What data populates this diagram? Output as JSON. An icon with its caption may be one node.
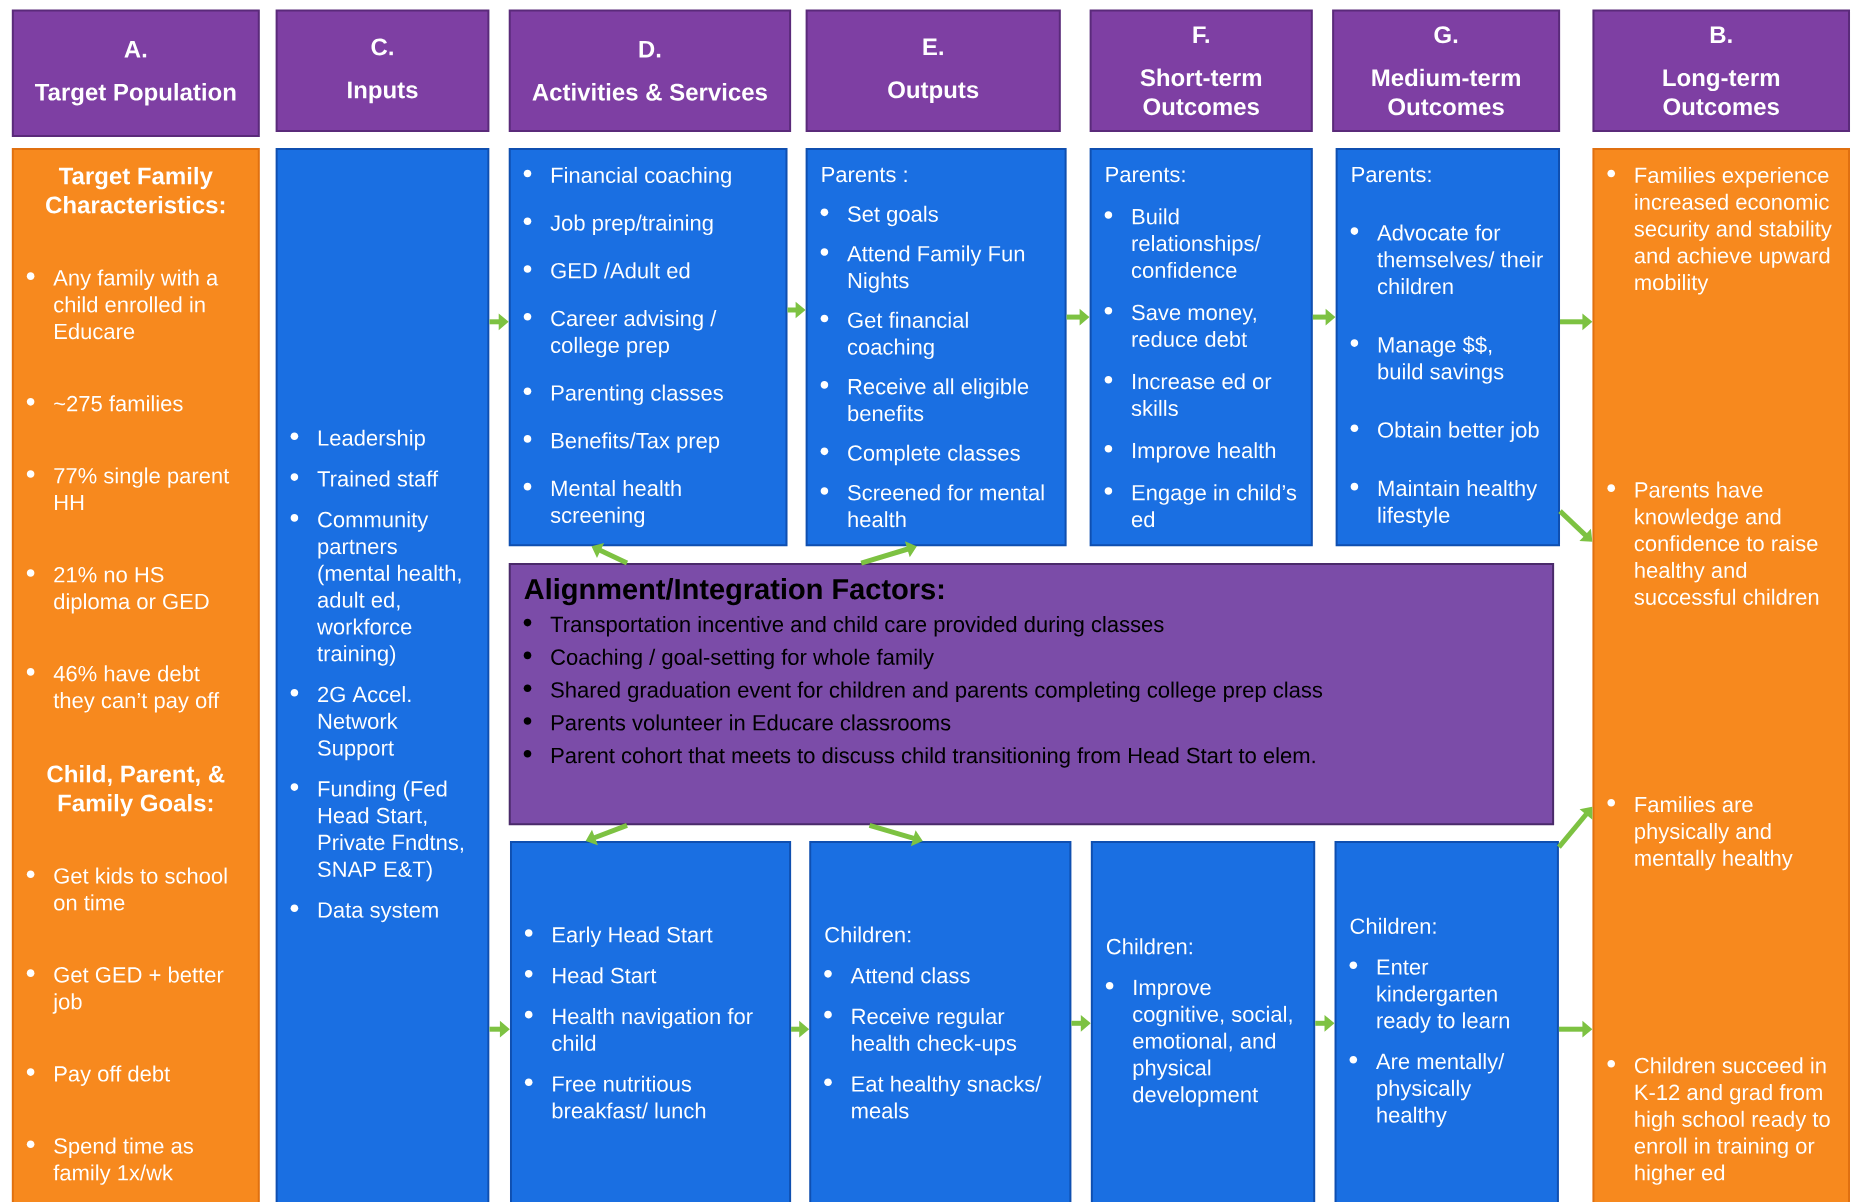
{
  "diagram": {
    "nodes": [
      {
        "text": [
          "A.",
          "Target Population"
        ]
      },
      {
        "text": [
          "C.",
          "Inputs"
        ]
      },
      {
        "text": [
          "D.",
          "Activities & Services"
        ]
      },
      {
        "text": [
          "E.",
          "Outputs"
        ]
      },
      {
        "text": [
          "F.",
          "Short-term Outcomes"
        ]
      },
      {
        "text": [
          "G.",
          "Medium-term Outcomes"
        ]
      },
      {
        "text": [
          "B.",
          "Long-term Outcomes"
        ]
      },
      {
        "text": [
          "Target Family Characteristics:",
          "Any family with a child enrolled in Educare",
          "~275 families",
          "77% single parent HH",
          "21% no HS diploma or GED",
          "46% have debt they can’t pay off",
          "Child, Parent, & Family Goals:",
          "Get kids to school on time",
          "Get GED + better job",
          "Pay off debt",
          "Spend time as family 1x/wk"
        ]
      },
      {
        "text": [
          "Leadership",
          "Trained staff",
          "Community partners (mental health, adult ed, workforce training)",
          "2G Accel. Network Support",
          "Funding (Fed Head Start, Private Fndtns, SNAP E&T)",
          "Data system"
        ]
      },
      {
        "text": [
          "Financial coaching",
          "Job prep/training",
          "GED /Adult ed",
          "Career advising / college prep",
          "Parenting classes",
          "Benefits/Tax prep",
          "Mental health screening"
        ]
      },
      {
        "text": [
          "Parents :",
          "Set goals",
          "Attend Family Fun Nights",
          "Get financial coaching",
          "Receive all eligible benefits",
          "Complete classes",
          "Screened for mental health"
        ]
      },
      {
        "text": [
          "Parents:",
          "Build relationships/ confidence",
          "Save money, reduce debt",
          "Increase ed or skills",
          "Improve health",
          "Engage in child’s ed"
        ]
      },
      {
        "text": [
          "Parents:",
          "Advocate for themselves/ their children",
          "Manage $$, build savings",
          "Obtain better job",
          "Maintain healthy lifestyle"
        ]
      },
      {
        "text": [
          "Families experience increased economic security and stability and achieve upward mobility",
          "Parents have knowledge and confidence to raise healthy and successful children",
          "Families are physically and mentally healthy",
          "Children succeed in K-12 and grad from high school ready to enroll in training or higher ed"
        ]
      },
      {
        "text": [
          "Alignment/Integration Factors:",
          "Transportation incentive and child care provided during classes",
          "Coaching / goal-setting for whole family",
          "Shared graduation event for children and parents completing college prep class",
          "Parents volunteer in Educare classrooms",
          "Parent cohort that meets to discuss child transitioning from Head Start to elem."
        ]
      },
      {
        "text": [
          "Early Head Start",
          "Head Start",
          "Health navigation for child",
          "Free nutritious breakfast/ lunch"
        ]
      },
      {
        "text": [
          "Children:",
          "Attend class",
          "Receive regular health check-ups",
          "Eat healthy snacks/ meals"
        ]
      },
      {
        "text": [
          "Children:",
          "Improve cognitive, social, emotional, and physical development"
        ]
      },
      {
        "text": [
          "Children:",
          "Enter kindergarten ready to learn",
          "Are mentally/ physically healthy"
        ]
      }
    ],
    "edges": [
      {
        "from": 8,
        "to": 9,
        "arrow": "to"
      },
      {
        "from": 8,
        "to": 15,
        "arrow": "to"
      },
      {
        "from": 9,
        "to": 10,
        "arrow": "to"
      },
      {
        "from": 10,
        "to": 11,
        "arrow": "to"
      },
      {
        "from": 11,
        "to": 12,
        "arrow": "to"
      },
      {
        "from": 12,
        "to": 13,
        "arrow": "to"
      },
      {
        "from": 12,
        "to": 13,
        "arrow": "to"
      },
      {
        "from": 14,
        "to": 9,
        "arrow": "to"
      },
      {
        "from": 14,
        "to": 10,
        "arrow": "to"
      },
      {
        "from": 14,
        "to": 15,
        "arrow": "to"
      },
      {
        "from": 14,
        "to": 16,
        "arrow": "to"
      },
      {
        "from": 15,
        "to": 16,
        "arrow": "to"
      },
      {
        "from": 16,
        "to": 17,
        "arrow": "to"
      },
      {
        "from": 17,
        "to": 18,
        "arrow": "to"
      },
      {
        "from": 18,
        "to": 13,
        "arrow": "to"
      },
      {
        "from": 18,
        "to": 13,
        "arrow": "to"
      }
    ]
  }
}
